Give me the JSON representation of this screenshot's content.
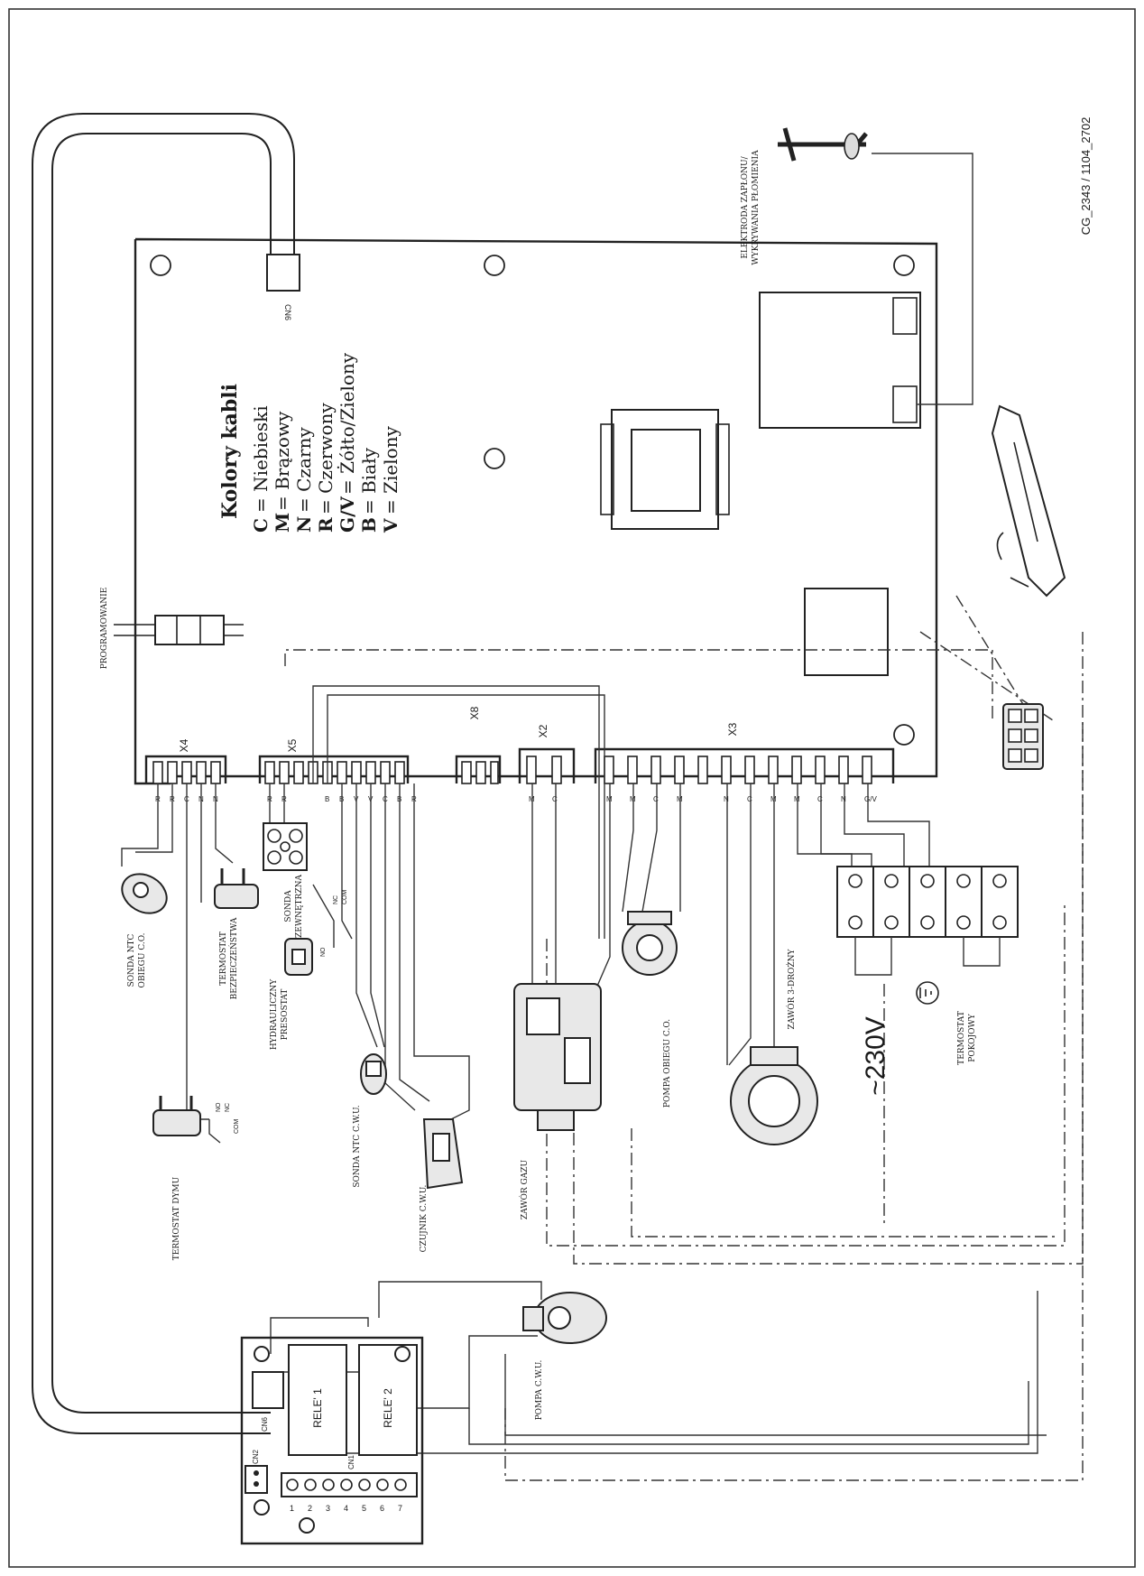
{
  "doc_code": "CG_2343 / 1104_2702",
  "legend": {
    "title": "Kolory kabli",
    "items": [
      {
        "code": "C",
        "label": "= Niebieski"
      },
      {
        "code": "M",
        "label": "= Brązowy"
      },
      {
        "code": "N",
        "label": "= Czarny"
      },
      {
        "code": "R",
        "label": "= Czerwony"
      },
      {
        "code": "G/V",
        "label": "= Żółto/Zielony"
      },
      {
        "code": "B",
        "label": "= Biały"
      },
      {
        "code": "V",
        "label": "= Zielony"
      }
    ]
  },
  "connectors": {
    "x4": "X4",
    "x5": "X5",
    "x8": "X8",
    "x2": "X2",
    "x3": "X3",
    "cn6_main": "CN6",
    "cn6_relay": "CN6",
    "cn2": "CN2",
    "cn1": "CN1"
  },
  "relay_board": {
    "rele1": "RELE' 1",
    "rele2": "RELE' 2",
    "terminals": [
      "1",
      "2",
      "3",
      "4",
      "5",
      "6",
      "7"
    ]
  },
  "components": {
    "programowanie": "PROGRAMOWANIE",
    "elektroda_1": "ELEKTRODA ZAPŁONU/",
    "elektroda_2": "WYKRYWANIA PŁOMIENIA",
    "sonda_ntc_co_1": "SONDA NTC",
    "sonda_ntc_co_2": "OBIEGU C.O.",
    "termostat_bezp_1": "TERMOSTAT",
    "termostat_bezp_2": "BEZPIECZEŃSTWA",
    "sonda_zewn_1": "SONDA",
    "sonda_zewn_2": "ZEWNĘTRZNA",
    "presostat_1": "HYDRAULICZNY",
    "presostat_2": "PRESOSTAT",
    "termostat_dymu": "TERMOSTAT DYMU",
    "sonda_ntc_cwu": "SONDA NTC C.W.U.",
    "czujnik_cwu": "CZUJNIK C.W.U.",
    "zawor_gazu": "ZAWÓR GAZU",
    "pompa_co": "POMPA OBIEGU C.O.",
    "zawor_3": "ZAWÓR 3-DROŻNY",
    "voltage": "~230V",
    "termostat_pok_1": "TERMOSTAT",
    "termostat_pok_2": "POKOJOWY",
    "pompa_cwu": "POMPA C.W.U."
  },
  "switch_labels": {
    "no": "NO",
    "nc": "NC",
    "com": "COM"
  },
  "wire_codes": {
    "r": "R",
    "c": "C",
    "n": "N",
    "m": "M",
    "b": "B",
    "v": "V",
    "gv": "G/V"
  }
}
